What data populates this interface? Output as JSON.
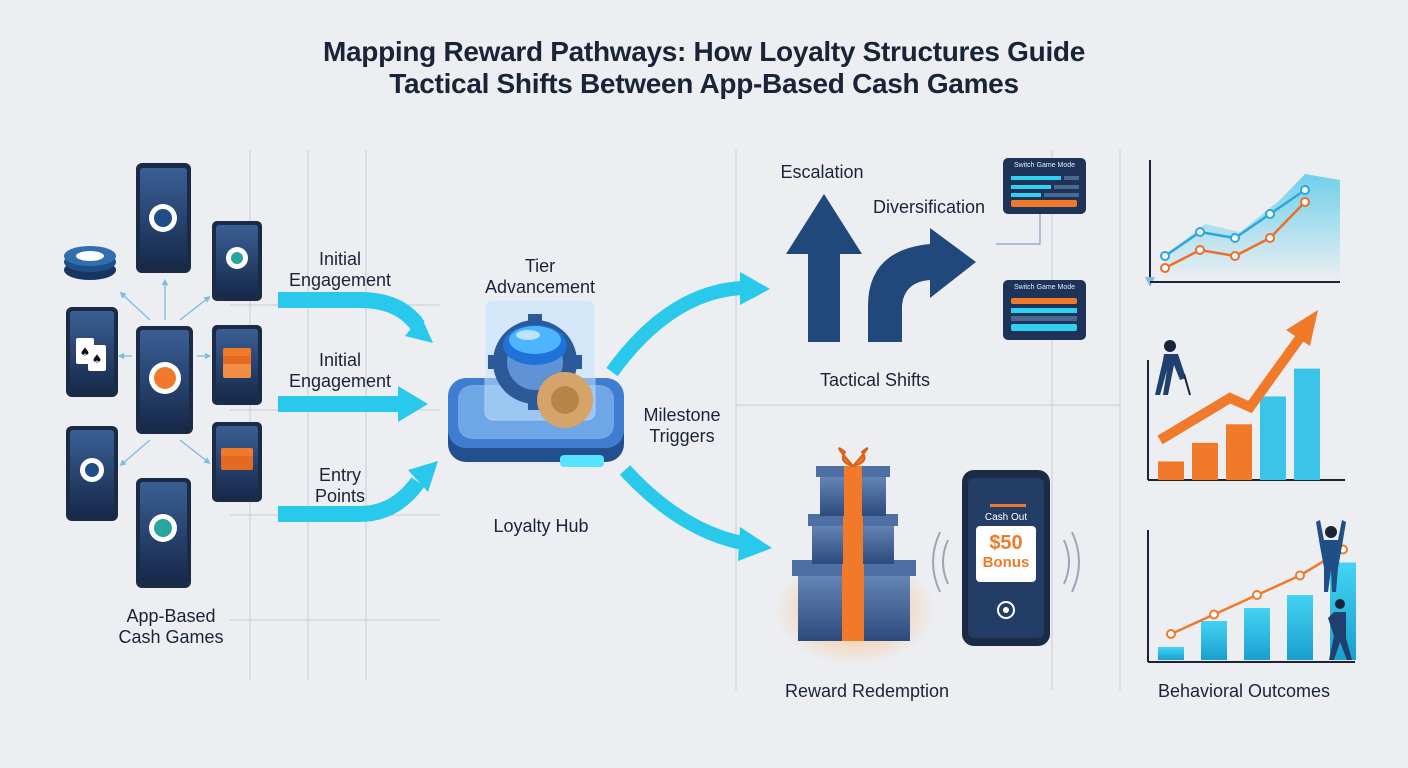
{
  "title": {
    "line1": "Mapping Reward Pathways: How Loyalty Structures Guide",
    "line2": "Tactical Shifts Between App-Based Cash Games"
  },
  "labels": {
    "cash_games_1": "App-Based",
    "cash_games_2": "Cash Games",
    "engagement_top_1": "Initial",
    "engagement_top_2": "Engagement",
    "engagement_mid_1": "Initial",
    "engagement_mid_2": "Engagement",
    "entry_1": "Entry",
    "entry_2": "Points",
    "tier_1": "Tier",
    "tier_2": "Advancement",
    "hub": "Loyalty Hub",
    "milestone_1": "Milestone",
    "milestone_2": "Triggers",
    "escalation": "Escalation",
    "diversification": "Diversification",
    "tactical": "Tactical Shifts",
    "redemption": "Reward Redemption",
    "outcomes": "Behavioral Outcomes"
  },
  "panels": {
    "top_title": "Switch Game Mode",
    "bottom_title": "Switch Game Mode"
  },
  "cashout": {
    "label": "Cash Out",
    "amount": "$50",
    "bonus": "Bonus"
  },
  "icons": [
    "poker-chip-icon",
    "playing-cards-icon",
    "cash-stack-icon",
    "gear-icon",
    "gift-box-icon",
    "smartphone-icon"
  ],
  "colors": {
    "flow_arrow": "#29c9ec",
    "accent_orange": "#f07a2a",
    "navy": "#21487a",
    "background": "#eceef2"
  },
  "chart_data": [
    {
      "type": "line",
      "series": [
        {
          "values": [
            2,
            4,
            3.5,
            5.5,
            7.5
          ]
        },
        {
          "values": [
            1,
            2.5,
            2,
            3.5,
            6.5
          ]
        }
      ],
      "ylim": [
        0,
        10
      ]
    },
    {
      "type": "bar",
      "values": [
        1,
        2,
        3,
        4.5,
        6
      ],
      "ylim": [
        0,
        7
      ]
    },
    {
      "type": "bar",
      "values": [
        1,
        3,
        4,
        5,
        7.5
      ],
      "line": [
        2,
        3.5,
        5,
        6.5,
        8.5
      ],
      "ylim": [
        0,
        10
      ]
    }
  ]
}
